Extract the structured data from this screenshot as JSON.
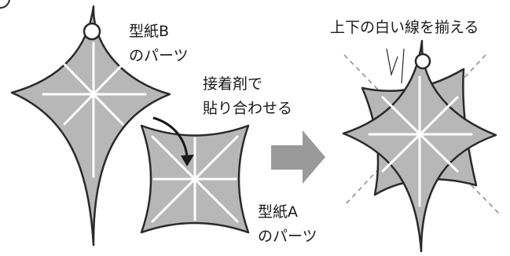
{
  "labels": {
    "pattern_b_line1": "型紙B",
    "pattern_b_line2": "のパーツ",
    "glue_line1": "接着剤で",
    "glue_line2": "貼り合わせる",
    "pattern_a_line1": "型紙A",
    "pattern_a_line2": "のパーツ",
    "align_instruction": "上下の白い線を揃える"
  },
  "colors": {
    "piece_fill": "#b7b7b7",
    "outline": "#2a2a2a",
    "guide_line": "#ffffff",
    "arrow": "#9a9a9a",
    "dashed": "#8a8a8a"
  },
  "icons": {
    "flow_arrow": "right-arrow-icon",
    "curved_arrow": "curved-arrow-icon",
    "hole": "hole-circle"
  }
}
